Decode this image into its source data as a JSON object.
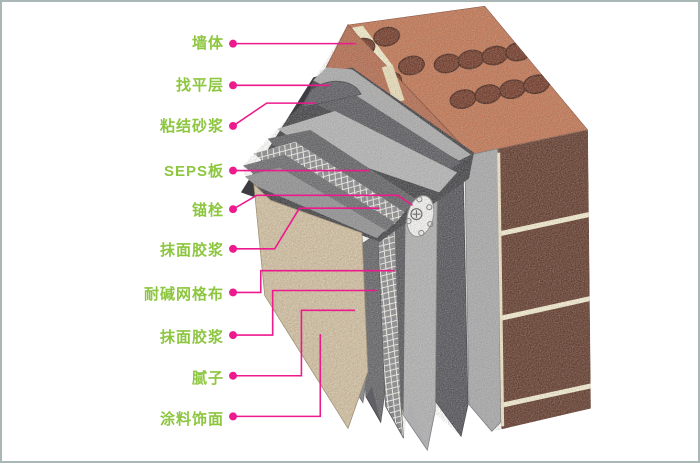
{
  "diagram": {
    "title_none": "",
    "labels": [
      {
        "text": "墙体"
      },
      {
        "text": "找平层"
      },
      {
        "text": "粘结砂浆"
      },
      {
        "text": "SEPS板"
      },
      {
        "text": "锚栓"
      },
      {
        "text": "抹面胶浆"
      },
      {
        "text": "耐碱网格布"
      },
      {
        "text": "抹面胶浆"
      },
      {
        "text": "腻子"
      },
      {
        "text": "涂料饰面"
      }
    ],
    "colors": {
      "label_text": "#8dc63f",
      "leader_line": "#ed1a8d",
      "brick_top": "#c0714e",
      "brick_side": "#5e3527",
      "mortar_cream": "#f2ecca",
      "leveling_layer": "#a6a6a9",
      "bonding_mortar": "#53535a",
      "seps_board": "#b2b2b4",
      "plaster_coat": "#606064",
      "mesh_grid": "#eeeee6",
      "putty": "#8d8d90",
      "paint_finish": "#d7c8ac",
      "anchor_plate": "#f2f2f2",
      "frame_border": "#a9b8b6"
    }
  }
}
